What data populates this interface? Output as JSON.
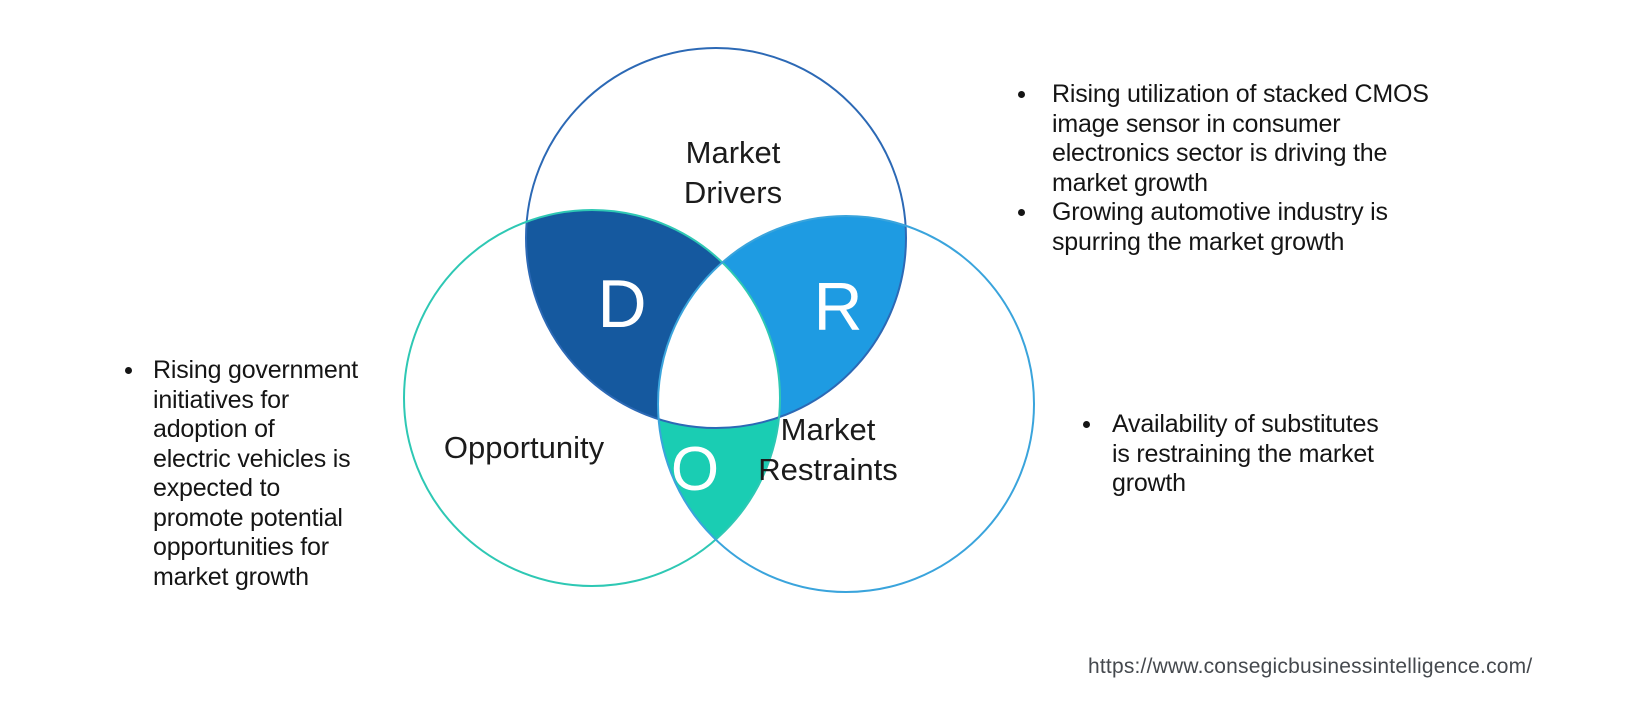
{
  "theme": {
    "background": "#ffffff",
    "label_color": "#1b1b1b",
    "letter_color": "#ffffff",
    "bullet_text_color": "#151515",
    "url_color": "#45494e"
  },
  "venn": {
    "colors": {
      "drivers_stroke": "#2C69B5",
      "opportunity_stroke": "#2EC8B4",
      "restraints_stroke": "#3AA4DC",
      "d_fill": "#15599F",
      "r_fill": "#1E9BE2",
      "o_fill": "#1ACDB3",
      "triple_overlap_fill": "#ffffff"
    },
    "letters": {
      "d": "D",
      "r": "R",
      "o": "O"
    },
    "labels": {
      "drivers_line1": "Market",
      "drivers_line2": "Drivers",
      "opportunity": "Opportunity",
      "restraints_line1": "Market",
      "restraints_line2": "Restraints"
    }
  },
  "annotations": {
    "left": {
      "items": [
        {
          "text": "Rising government\ninitiatives for\nadoption of\nelectric vehicles is\nexpected to\npromote potential\nopportunities for\nmarket growth"
        }
      ]
    },
    "right_top": {
      "items": [
        {
          "text": "Rising utilization of stacked CMOS\nimage sensor in consumer\nelectronics sector is driving the\nmarket growth"
        },
        {
          "text": "Growing automotive industry is\nspurring the market growth"
        }
      ]
    },
    "right_bottom": {
      "items": [
        {
          "text": "Availability of substitutes\nis restraining the market\ngrowth"
        }
      ]
    }
  },
  "footer": {
    "url": "https://www.consegicbusinessintelligence.com/"
  }
}
